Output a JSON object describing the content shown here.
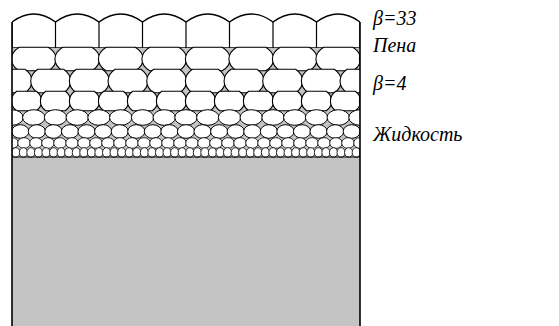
{
  "diagram": {
    "labels": [
      "β=33",
      "Пена",
      "β=4",
      "Жидкость"
    ]
  }
}
